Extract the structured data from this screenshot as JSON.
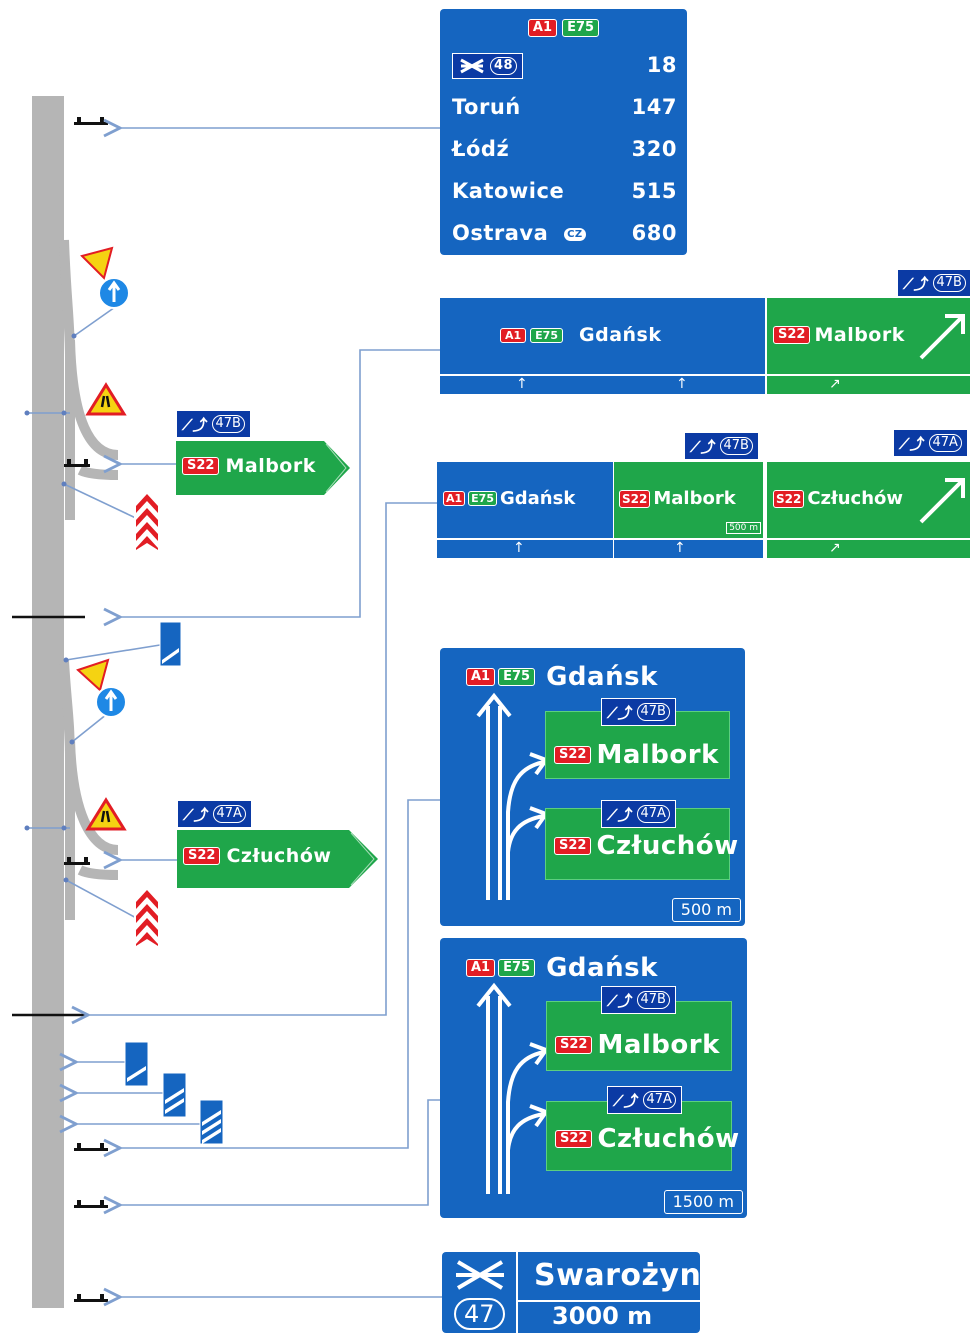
{
  "route_badges": {
    "a1": "A1",
    "e75": "E75",
    "s22": "S22"
  },
  "distance_sign": {
    "exit_number": "48",
    "exit_distance": "18",
    "rows": [
      {
        "place": "Toruń",
        "km": "147"
      },
      {
        "place": "Łódź",
        "km": "320"
      },
      {
        "place": "Katowice",
        "km": "515"
      },
      {
        "place": "Ostrava",
        "km": "680",
        "country": "CZ"
      }
    ]
  },
  "exit_tags": {
    "b": "47B",
    "a": "47A"
  },
  "gantry_1": {
    "main": "Gdańsk",
    "exit": "Malbork"
  },
  "gantry_2": {
    "main": "Gdańsk",
    "exit_b": "Malbork",
    "exit_b_distance": "500 m",
    "exit_a": "Człuchów"
  },
  "side_sign_1": {
    "dest": "Malbork"
  },
  "side_sign_2": {
    "dest": "Człuchów"
  },
  "advance_500": {
    "main": "Gdańsk",
    "exit_b": "Malbork",
    "exit_a": "Człuchów",
    "distance": "500 m"
  },
  "advance_1500": {
    "main": "Gdańsk",
    "exit_b": "Malbork",
    "exit_a": "Człuchów",
    "distance": "1500 m"
  },
  "junction_sign": {
    "name": "Swarożyn",
    "number": "47",
    "distance": "3000 m"
  },
  "colors": {
    "sign_blue": "#1565c0",
    "sign_green": "#1fa64a",
    "route_red": "#e21d24",
    "road_gray": "#b5b5b5",
    "leader_blue": "#7f9fcf"
  }
}
